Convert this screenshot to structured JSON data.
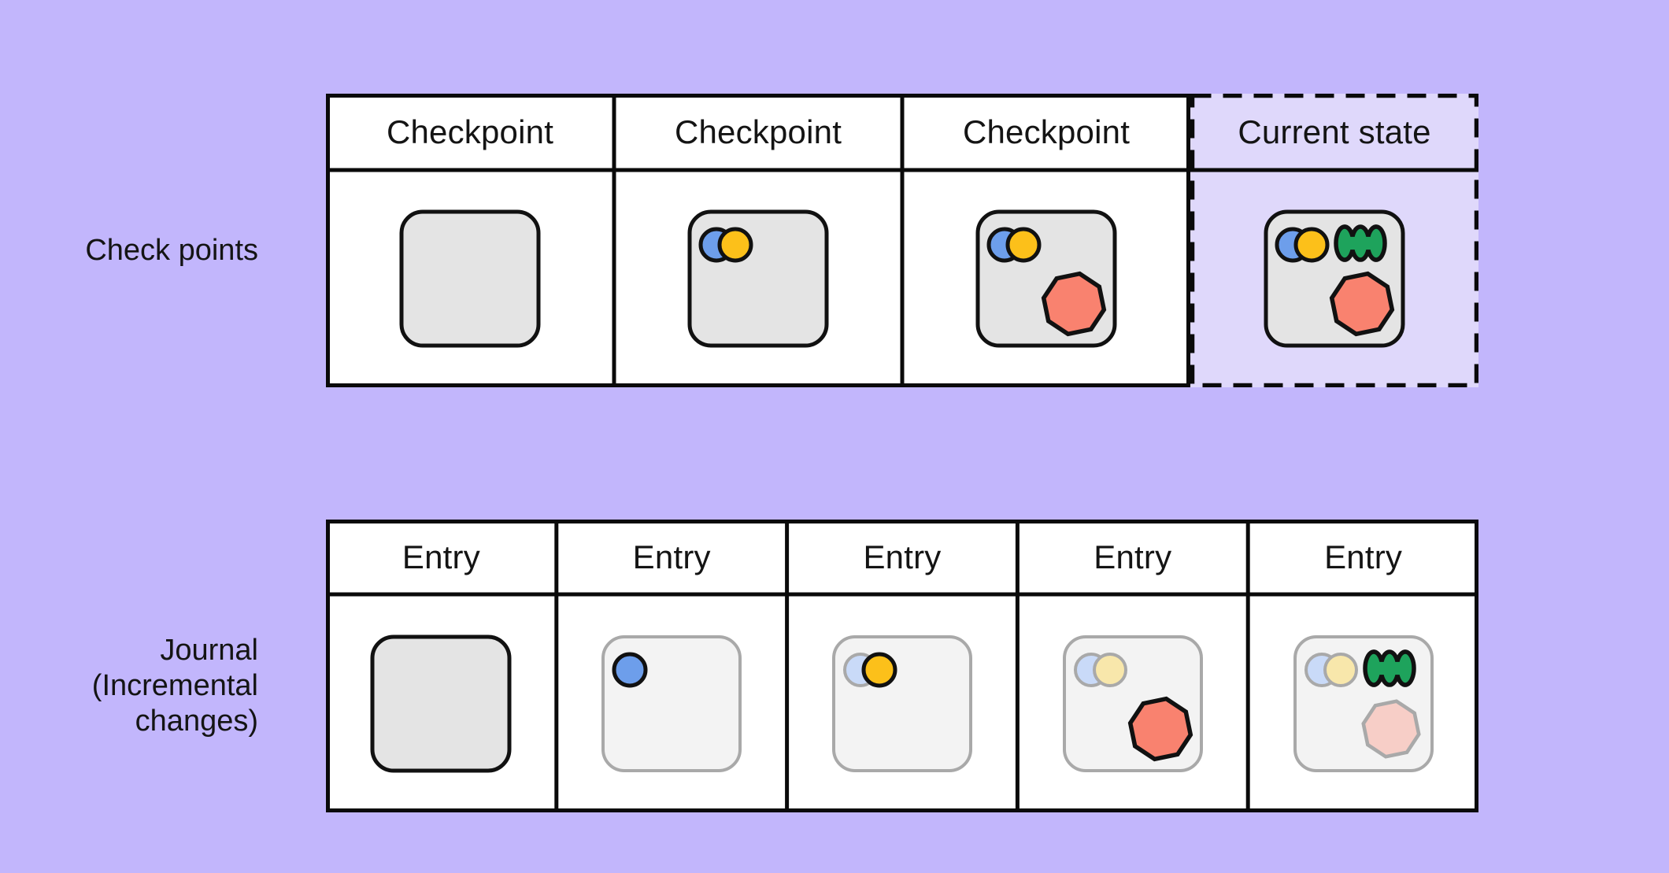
{
  "background": {
    "page": "#C2B6FC",
    "current_state_column": "#DFD8FB",
    "table_cell": "#FFFFFF"
  },
  "labels": {
    "checkpoints": "Check points",
    "journal_lines": [
      "Journal",
      "(Incremental",
      "changes)"
    ]
  },
  "checkpoint_table": {
    "headers": [
      "Checkpoint",
      "Checkpoint",
      "Checkpoint",
      "Current state"
    ],
    "current_state_column_index": 3,
    "cells": [
      {
        "shapes": [
          {
            "type": "square",
            "state": "full"
          }
        ]
      },
      {
        "shapes": [
          {
            "type": "square",
            "state": "full"
          },
          {
            "type": "blue_circle",
            "state": "full"
          },
          {
            "type": "yellow_circle",
            "state": "full"
          }
        ]
      },
      {
        "shapes": [
          {
            "type": "square",
            "state": "full"
          },
          {
            "type": "blue_circle",
            "state": "full"
          },
          {
            "type": "yellow_circle",
            "state": "full"
          },
          {
            "type": "red_octagon",
            "state": "full"
          }
        ]
      },
      {
        "shapes": [
          {
            "type": "square",
            "state": "full"
          },
          {
            "type": "blue_circle",
            "state": "full"
          },
          {
            "type": "yellow_circle",
            "state": "full"
          },
          {
            "type": "green_blob",
            "state": "full"
          },
          {
            "type": "red_octagon",
            "state": "full"
          }
        ]
      }
    ]
  },
  "journal_table": {
    "headers": [
      "Entry",
      "Entry",
      "Entry",
      "Entry",
      "Entry"
    ],
    "cells": [
      {
        "shapes": [
          {
            "type": "square",
            "state": "full"
          }
        ]
      },
      {
        "shapes": [
          {
            "type": "square",
            "state": "faded"
          },
          {
            "type": "blue_circle",
            "state": "full"
          }
        ]
      },
      {
        "shapes": [
          {
            "type": "square",
            "state": "faded"
          },
          {
            "type": "blue_circle",
            "state": "faded"
          },
          {
            "type": "yellow_circle",
            "state": "full"
          }
        ]
      },
      {
        "shapes": [
          {
            "type": "square",
            "state": "faded"
          },
          {
            "type": "blue_circle",
            "state": "faded"
          },
          {
            "type": "yellow_circle",
            "state": "faded"
          },
          {
            "type": "red_octagon",
            "state": "full"
          }
        ]
      },
      {
        "shapes": [
          {
            "type": "square",
            "state": "faded"
          },
          {
            "type": "blue_circle",
            "state": "faded"
          },
          {
            "type": "yellow_circle",
            "state": "faded"
          },
          {
            "type": "green_blob",
            "state": "full"
          },
          {
            "type": "red_octagon",
            "state": "faded"
          }
        ]
      }
    ]
  },
  "shape_colors": {
    "square": {
      "full": {
        "fill": "#E4E4E4",
        "stroke": "#111111",
        "sw": 5
      },
      "faded": {
        "fill": "#F3F3F3",
        "stroke": "#A9A9A9",
        "sw": 4
      }
    },
    "blue_circle": {
      "full": {
        "fill": "#6D9EEB",
        "stroke": "#111111",
        "sw": 5
      },
      "faded": {
        "fill": "#C9DAF8",
        "stroke": "#A9A9A9",
        "sw": 4
      }
    },
    "yellow_circle": {
      "full": {
        "fill": "#FCC01A",
        "stroke": "#111111",
        "sw": 5
      },
      "faded": {
        "fill": "#F8E7AB",
        "stroke": "#A9A9A9",
        "sw": 4
      }
    },
    "green_blob": {
      "full": {
        "fill": "#1EA35C",
        "stroke": "#111111",
        "sw": 5.5
      },
      "faded": {
        "fill": "#BFE3CE",
        "stroke": "#A9A9A9",
        "sw": 4
      }
    },
    "red_octagon": {
      "full": {
        "fill": "#F9826F",
        "stroke": "#111111",
        "sw": 5.5
      },
      "faded": {
        "fill": "#F7CEC7",
        "stroke": "#A9A9A9",
        "sw": 5
      }
    }
  },
  "line_color": "#0A0A0A",
  "text_color": "#141414"
}
